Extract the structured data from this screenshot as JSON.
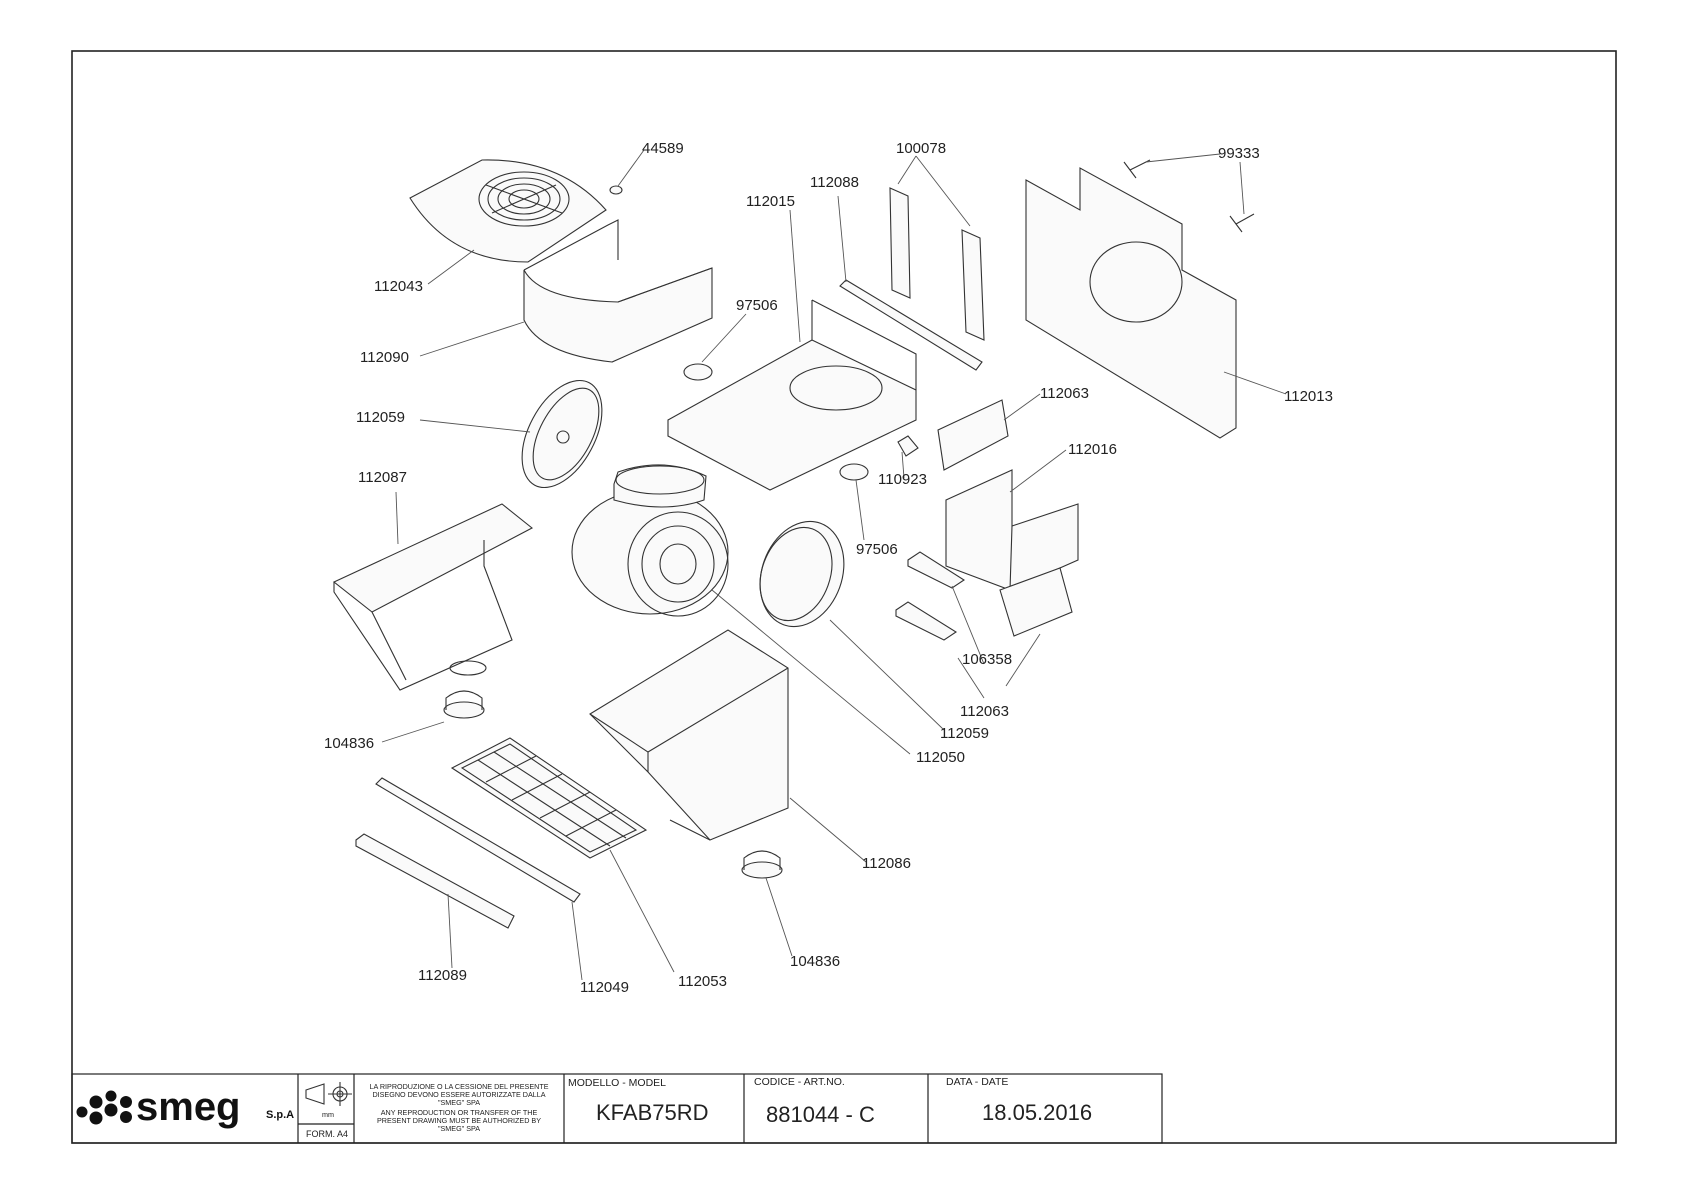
{
  "callouts": [
    {
      "id": "c44589a",
      "text": "44589"
    },
    {
      "id": "c112043",
      "text": "112043"
    },
    {
      "id": "c112090",
      "text": "112090"
    },
    {
      "id": "c112059a",
      "text": "112059"
    },
    {
      "id": "c112087",
      "text": "112087"
    },
    {
      "id": "c104836a",
      "text": "104836"
    },
    {
      "id": "c112089",
      "text": "112089"
    },
    {
      "id": "c112049",
      "text": "112049"
    },
    {
      "id": "c112053",
      "text": "112053"
    },
    {
      "id": "c104836b",
      "text": "104836"
    },
    {
      "id": "c112086",
      "text": "112086"
    },
    {
      "id": "c112050",
      "text": "112050"
    },
    {
      "id": "c112059b",
      "text": "112059"
    },
    {
      "id": "c112063a",
      "text": "112063"
    },
    {
      "id": "c106358",
      "text": "106358"
    },
    {
      "id": "c97506a",
      "text": "97506"
    },
    {
      "id": "c97506b",
      "text": "97506"
    },
    {
      "id": "c110923",
      "text": "110923"
    },
    {
      "id": "c112015",
      "text": "112015"
    },
    {
      "id": "c112088",
      "text": "112088"
    },
    {
      "id": "c100078",
      "text": "100078"
    },
    {
      "id": "c99333",
      "text": "99333"
    },
    {
      "id": "c112013",
      "text": "112013"
    },
    {
      "id": "c112063b",
      "text": "112063"
    },
    {
      "id": "c112016",
      "text": "112016"
    }
  ],
  "title_block": {
    "brand": "smeg",
    "brand_suffix": "S.p.A",
    "unit": "mm",
    "format": "FORM. A4",
    "notice_it": [
      "LA RIPRODUZIONE O LA CESSIONE DEL PRESENTE",
      "DISEGNO DEVONO ESSERE AUTORIZZATE DALLA",
      "\"SMEG\" SPA"
    ],
    "notice_en": [
      "ANY REPRODUCTION OR TRANSFER OF THE",
      "PRESENT DRAWING MUST BE AUTHORIZED BY",
      "\"SMEG\" SPA"
    ],
    "model_label": "MODELLO - MODEL",
    "model_value": "KFAB75RD",
    "code_label": "CODICE - ART.NO.",
    "code_value": "881044 - C",
    "date_label": "DATA - DATE",
    "date_value": "18.05.2016"
  }
}
